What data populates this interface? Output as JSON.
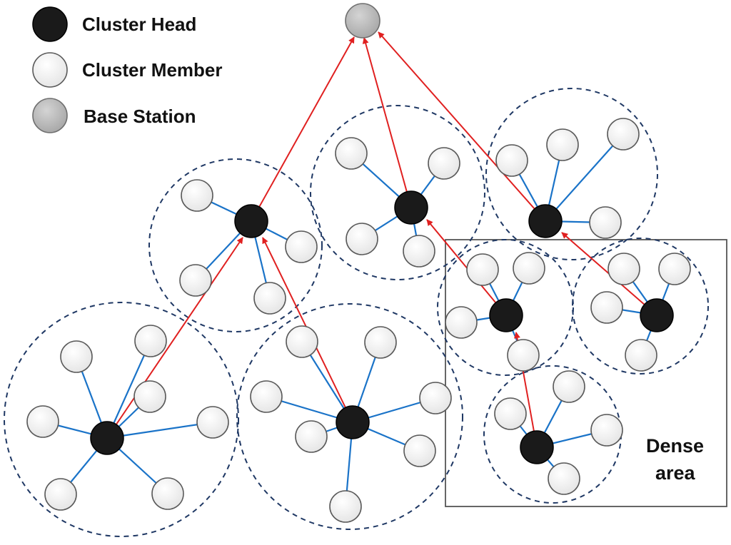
{
  "legend": {
    "cluster_head": "Cluster Head",
    "cluster_member": "Cluster Member",
    "base_station": "Base Station"
  },
  "dense_area": {
    "line1": "Dense",
    "line2": "area"
  },
  "colors": {
    "cluster_head": "#1a1a1a",
    "cluster_member": "#f2f2f2",
    "base_station": "#b0b0b0",
    "intra_cluster_link": "#1a73c8",
    "route_to_base_station": "#e02020",
    "cluster_range": "#1f3864"
  }
}
